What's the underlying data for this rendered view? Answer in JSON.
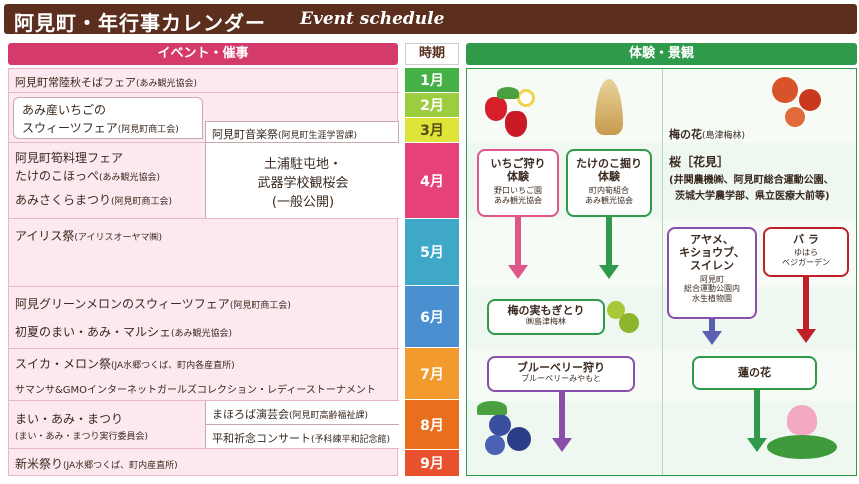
{
  "header": {
    "title": "阿見町・年行事カレンダー",
    "subtitle": "Event schedule"
  },
  "columns": {
    "events": "イベント・催事",
    "month": "時期",
    "experiences": "体験・景観"
  },
  "months": [
    "1月",
    "2月",
    "3月",
    "4月",
    "5月",
    "6月",
    "7月",
    "8月",
    "9月"
  ],
  "month_colors": [
    "#45b045",
    "#9ccd3e",
    "#dfe43a",
    "#e6417a",
    "#3fa8c9",
    "#4a8fd0",
    "#f29a2e",
    "#e96f1f",
    "#e8512b"
  ],
  "events": {
    "soba": {
      "name": "阿見町常陸秋そばフェア",
      "org": "(あみ観光協会)"
    },
    "strawberry_fair_l1": "あみ産いちごの",
    "strawberry_fair_l2": "スウィーツフェア",
    "strawberry_fair_org": "(阿見町商工会)",
    "music": {
      "name": "阿見町音楽祭",
      "org": "(阿見町生涯学習課)"
    },
    "takenoko": {
      "name": "阿見町筍料理フェア"
    },
    "kohoppe": {
      "name": "たけのこほっぺ",
      "org": "(あみ観光協会)"
    },
    "sakura": {
      "name": "あみさくらまつり",
      "org": "(阿見町商工会)"
    },
    "tour_l1": "土浦駐屯地・",
    "tour_l2": "武器学校観桜会",
    "tour_l3": "(一般公開)",
    "iris": {
      "name": "アイリス祭",
      "org": "(アイリスオーヤマ㈱)"
    },
    "melon": {
      "name": "阿見グリーンメロンのスウィーツフェア",
      "org": "(阿見町商工会)"
    },
    "marche": {
      "name": "初夏のまい・あみ・マルシェ",
      "org": "(あみ観光協会)"
    },
    "suika": {
      "name": "スイカ・メロン祭",
      "org": "(JA水郷つくば、町内各産直所)"
    },
    "samansa": {
      "name": "サマンサ&GMOインターネットガールズコレクション・レディーストーナメント"
    },
    "maiami": {
      "name": "まい・あみ・まつり"
    },
    "maiami_org": "(まい・あみ・まつり実行委員会)",
    "mahoroba": {
      "name": "まほろば演芸会",
      "org": "(阿見町高齢福祉課)"
    },
    "peace": {
      "name": "平和祈念コンサート",
      "org": "(予科練平和記念館)"
    },
    "shinmai": {
      "name": "新米祭り",
      "org": "(JA水郷つくば、町内産直所)"
    }
  },
  "experiences": {
    "ume": {
      "name": "梅の花",
      "org": "(島津梅林)"
    },
    "ichigo": {
      "l1": "いちご狩り",
      "l2": "体験",
      "org1": "野口いちご園",
      "org2": "あみ観光協会"
    },
    "takenoko": {
      "l1": "たけのこ掘り",
      "l2": "体験",
      "org1": "町内筍組合",
      "org2": "あみ観光協会"
    },
    "sakura": {
      "name": "桜［花見］",
      "l2": "(井関農機㈱、阿見町総合運動公園、",
      "l3": "茨城大学農学部、県立医療大前等)"
    },
    "ayame": {
      "l1": "アヤメ、",
      "l2": "キショウブ、",
      "l3": "スイレン",
      "org1": "阿見町",
      "org2": "総合運動公園内",
      "org3": "水生植物園"
    },
    "bara": {
      "name": "バ ラ",
      "org1": "ゆはら",
      "org2": "ベジガーデン"
    },
    "umenomi": {
      "name": "梅の実もぎとり",
      "org": "㈱島津梅林"
    },
    "blueberry": {
      "name": "ブルーベリー狩り",
      "org": "ブルーベリーみやもと"
    },
    "hasu": {
      "name": "蓮の花"
    }
  }
}
